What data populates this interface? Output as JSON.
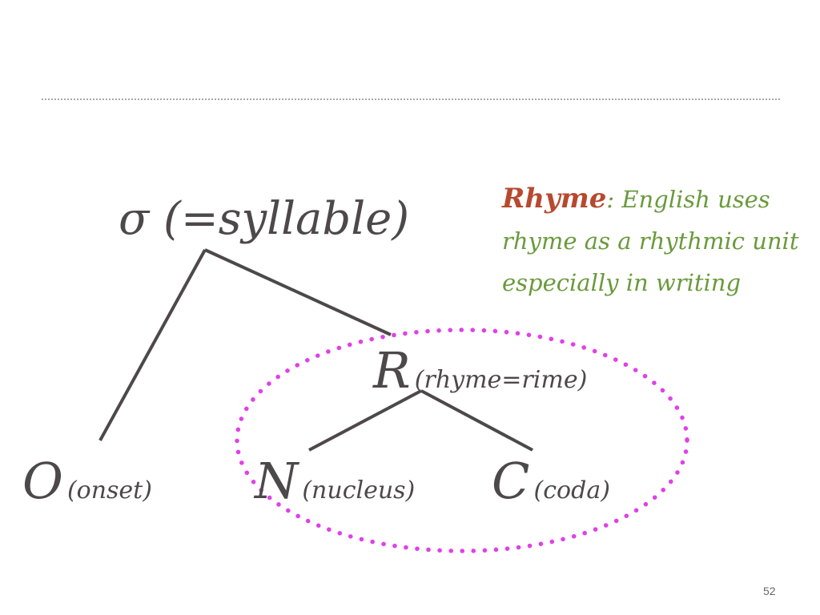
{
  "title": "σ (=syllable)",
  "nodes": {
    "rhyme": {
      "symbol": "R",
      "label": "(rhyme=rime)"
    },
    "onset": {
      "symbol": "O",
      "label": "(onset)"
    },
    "nucleus": {
      "symbol": "N",
      "label": "(nucleus)"
    },
    "coda": {
      "symbol": "C",
      "label": "(coda)"
    }
  },
  "note": {
    "title": "Rhyme",
    "text": ": English uses rhyme as a rhythmic unit especially in writing"
  },
  "page_number": "52",
  "colors": {
    "text": "#4d4849",
    "note_title": "#b7492f",
    "note_text": "#6a9a3c",
    "ellipse": "#e040e8",
    "divider": "#a8a8a8"
  }
}
